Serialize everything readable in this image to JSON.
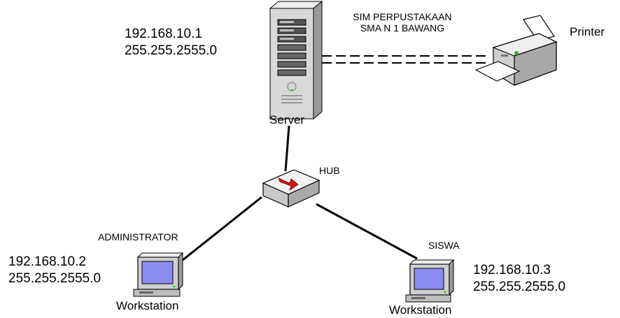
{
  "title": {
    "line1": "SIM PERPUSTAKAAN",
    "line2": "SMA N 1 BAWANG"
  },
  "server": {
    "label": "Server",
    "ip": "192.168.10.1",
    "mask": "255.255.2555.0"
  },
  "printer": {
    "label": "Printer"
  },
  "hub": {
    "label": "HUB"
  },
  "admin": {
    "role": "ADMINISTRATOR",
    "label": "Workstation",
    "ip": "192.168.10.2",
    "mask": "255.255.2555.0"
  },
  "siswa": {
    "role": "SISWA",
    "label": "Workstation",
    "ip": "192.168.10.3",
    "mask": "255.255.2555.0"
  },
  "colors": {
    "line": "#000000",
    "screen": "#8c8cf0",
    "case": "#d4d0c8",
    "hub_arrow": "#e01010"
  },
  "icons": {
    "server": "server-tower-icon",
    "printer": "printer-icon",
    "hub": "hub-icon",
    "workstation": "workstation-icon"
  }
}
